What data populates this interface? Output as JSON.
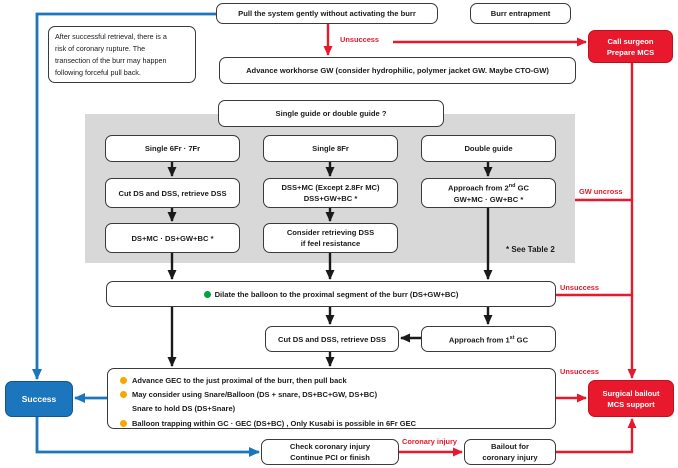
{
  "colors": {
    "red": "#e8192d",
    "blue": "#1b76bd",
    "gray_panel": "#d8d8d8",
    "orange_bullet": "#f5a800",
    "green_bullet": "#00a342",
    "box_border": "#3a3a3a"
  },
  "flow": {
    "pull_system": "Pull the system gently without activating the burr",
    "burr_entrapment": "Burr entrapment",
    "call_surgeon": [
      "Call surgeon",
      "Prepare MCS"
    ],
    "unsuccess_top": "Unsuccess",
    "note_lines": [
      "After successful retrieval, there is a",
      "risk of coronary rupture. The",
      "transection of the burr may happen",
      "following forceful pull back."
    ],
    "advance_gw": "Advance workhorse GW (consider hydrophilic, polymer jacket GW. Maybe CTO-GW)",
    "single_or_double": "Single guide or double guide ?",
    "col1": {
      "r1": "Single 6Fr · 7Fr",
      "r2": "Cut DS and DSS, retrieve DSS",
      "r3": "DS+MC · DS+GW+BC *"
    },
    "col2": {
      "r1": "Single 8Fr",
      "r2a": "DSS+MC (Except 2.8Fr MC)",
      "r2b": "DSS+GW+BC *",
      "r3a": "Consider retrieving DSS",
      "r3b": "if feel resistance"
    },
    "col3": {
      "r1": "Double guide",
      "r2pre": "Approach from 2",
      "r2sup": "nd",
      "r2post": " GC",
      "r2b": "GW+MC · GW+BC *"
    },
    "see_table": "* See Table 2",
    "gw_uncross": "GW uncross",
    "dilate": "Dilate the balloon to the proximal segment of the burr (DS+GW+BC)",
    "unsuccess_mid": "Unsuccess",
    "cut_retrieve": "Cut DS and DSS, retrieve DSS",
    "approach1pre": "Approach from 1",
    "approach1sup": "st",
    "approach1post": " GC",
    "bullets": [
      {
        "t": "Advance GEC to the just proximal of the burr, then pull back"
      },
      {
        "t": "May consider using Snare/Balloon (DS + snare, DS+BC+GW, DS+BC)"
      },
      {
        "t": "Snare to hold DS (DS+Snare)"
      },
      {
        "t": "Balloon trapping within GC · GEC (DS+BC) , Only Kusabi is possible in 6Fr GEC"
      }
    ],
    "unsuccess_bottom": "Unsuccess",
    "surgical": [
      "Surgical bailout",
      "MCS support"
    ],
    "success": "Success",
    "check": [
      "Check coronary injury",
      "Continue PCI or finish"
    ],
    "coronary_injury": "Coronary injury",
    "bailout": [
      "Bailout for",
      "coronary injury"
    ]
  }
}
